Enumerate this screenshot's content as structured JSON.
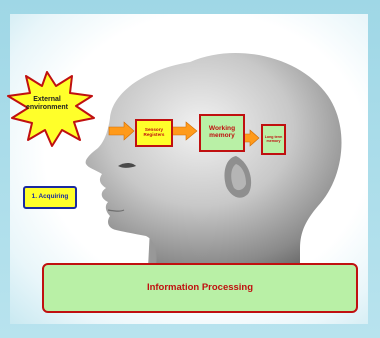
{
  "diagram": {
    "source": "External environment",
    "stages": {
      "sensory_registers": "Sensory Registers",
      "working_memory": "Working memory",
      "long_term_memory": "Long term memory"
    },
    "step_label": "1. Acquiring",
    "caption": "Information Processing"
  },
  "colors": {
    "background_teal": "#9fd7e6",
    "box_yellow": "#ffff2a",
    "box_green": "#b9f0a6",
    "border_red": "#c01010",
    "border_blue": "#1a2aa0",
    "arrow_orange": "#ff9a1a"
  }
}
